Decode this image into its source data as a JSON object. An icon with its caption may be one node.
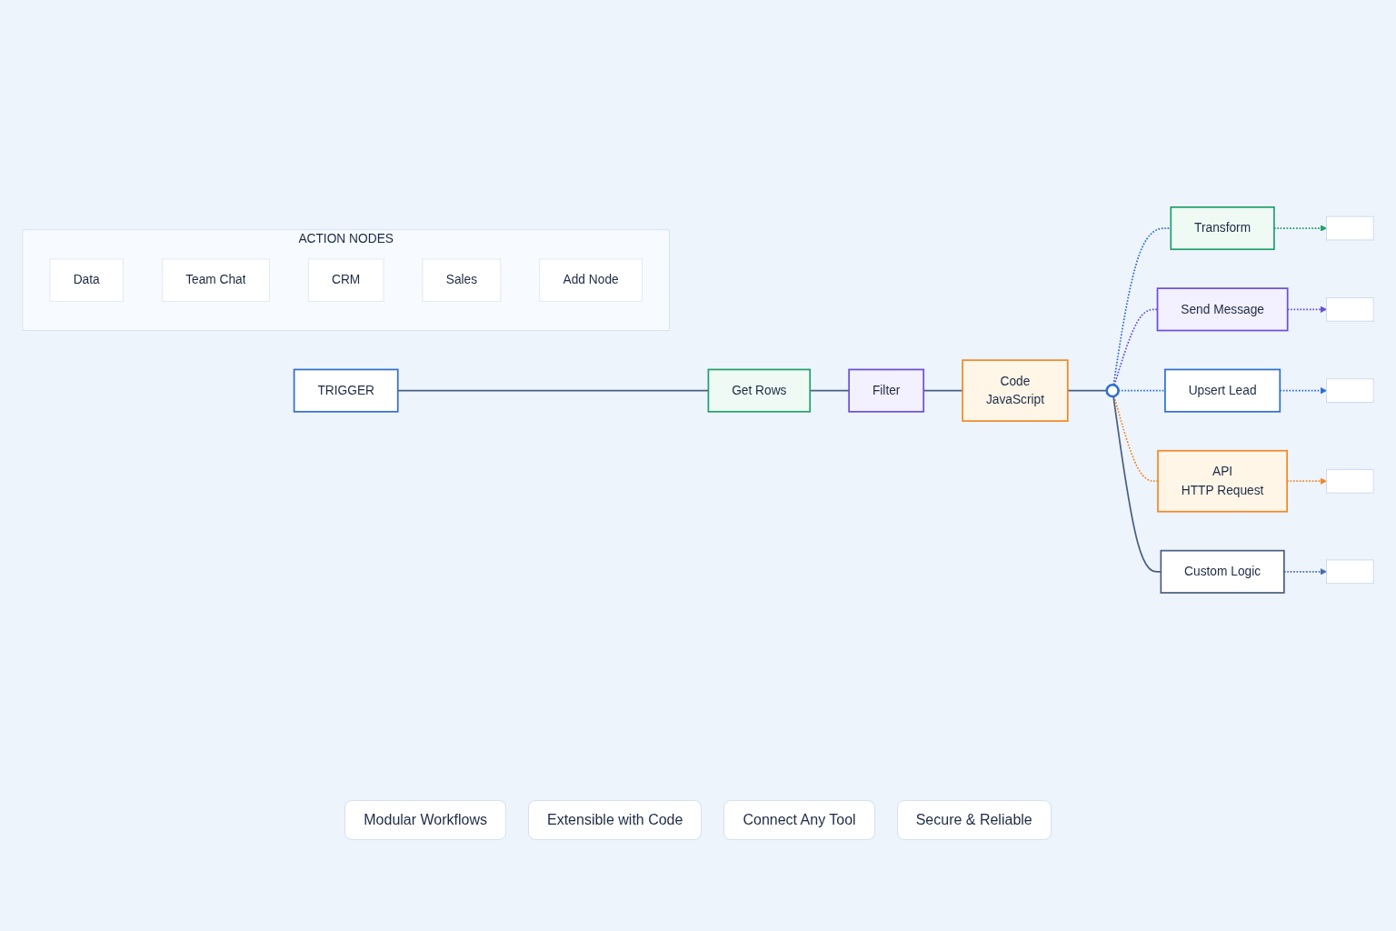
{
  "diagram": {
    "nodes": [
      {
        "text": [
          "TRIGGER"
        ]
      },
      {
        "text": [
          "ACTION NODES"
        ]
      },
      {
        "text": [
          "Data"
        ],
        "in": 1
      },
      {
        "text": [
          "Team Chat"
        ],
        "in": 1
      },
      {
        "text": [
          "CRM"
        ],
        "in": 1
      },
      {
        "text": [
          "Sales"
        ],
        "in": 1
      },
      {
        "text": [
          "Add Node"
        ],
        "in": 1
      },
      {
        "text": [
          "Get Rows"
        ]
      },
      {
        "text": [
          "Filter"
        ]
      },
      {
        "text": [
          "Code",
          "JavaScript"
        ]
      },
      {
        "text": [],
        "shape": "circle"
      },
      {
        "text": [
          "Transform"
        ]
      },
      {
        "text": [
          "Send Message"
        ]
      },
      {
        "text": [
          "Upsert Lead"
        ]
      },
      {
        "text": [
          "API",
          "HTTP Request"
        ]
      },
      {
        "text": [
          "Custom Logic"
        ]
      },
      {
        "text": [],
        "shape": "box"
      },
      {
        "text": [],
        "shape": "box"
      },
      {
        "text": [],
        "shape": "box"
      },
      {
        "text": [],
        "shape": "box"
      },
      {
        "text": [],
        "shape": "box"
      }
    ],
    "edges": [
      {
        "from": 0,
        "to": 7,
        "arrow": "none"
      },
      {
        "from": 7,
        "to": 8,
        "arrow": "none"
      },
      {
        "from": 8,
        "to": 9,
        "arrow": "none"
      },
      {
        "from": 9,
        "to": 10,
        "arrow": "none"
      },
      {
        "from": 10,
        "to": 11,
        "arrow": "none",
        "style": "dashed",
        "color": "#2f6fd0"
      },
      {
        "from": 10,
        "to": 12,
        "arrow": "none",
        "style": "dashed",
        "color": "#6b4fd8"
      },
      {
        "from": 10,
        "to": 13,
        "arrow": "none",
        "style": "dashed",
        "color": "#2f6fd0"
      },
      {
        "from": 10,
        "to": 14,
        "arrow": "none",
        "style": "dashed",
        "color": "#f0892a"
      },
      {
        "from": 10,
        "to": 15,
        "arrow": "none"
      },
      {
        "from": 11,
        "to": 16,
        "arrow": "to",
        "style": "dashed",
        "color": "#22a06b"
      },
      {
        "from": 12,
        "to": 17,
        "arrow": "to",
        "style": "dashed",
        "color": "#6b4fd8"
      },
      {
        "from": 13,
        "to": 18,
        "arrow": "to",
        "style": "dashed",
        "color": "#2f6fd0"
      },
      {
        "from": 14,
        "to": 19,
        "arrow": "to",
        "style": "dashed",
        "color": "#f0892a"
      },
      {
        "from": 15,
        "to": 20,
        "arrow": "to",
        "style": "dashed",
        "color": "#4a6fa5"
      }
    ],
    "labels": [
      "Modular Workflows",
      "Extensible with Code",
      "Connect Any Tool",
      "Secure & Reliable"
    ]
  }
}
